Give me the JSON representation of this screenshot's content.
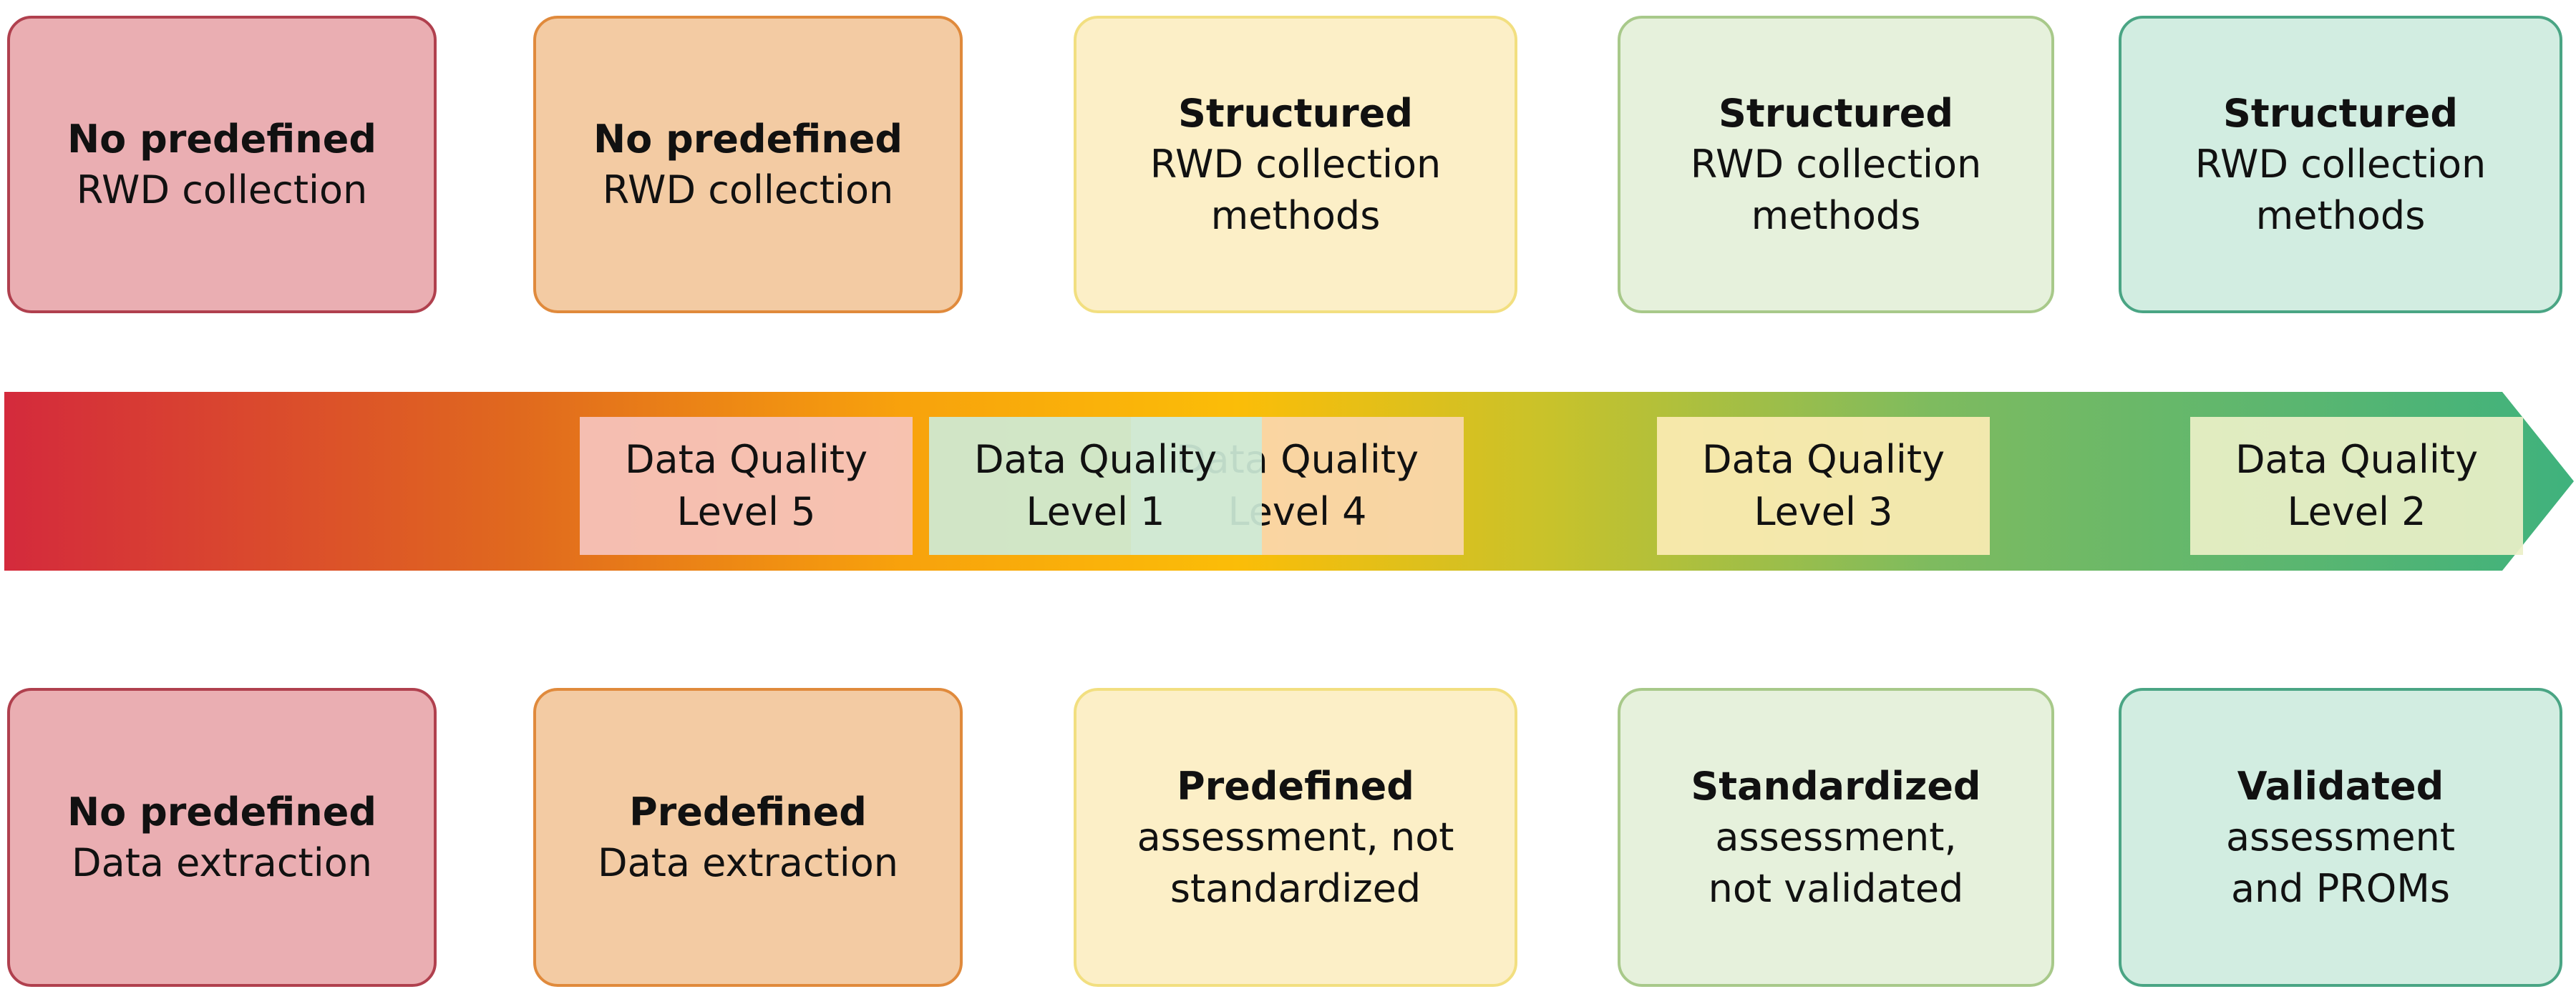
{
  "colors": {
    "level5": {
      "fill": "#eaaeb2",
      "border": "#b0404e"
    },
    "level4": {
      "fill": "#f3cba3",
      "border": "#e08a3c"
    },
    "level3": {
      "fill": "#fcefc7",
      "border": "#f2df80"
    },
    "level2": {
      "fill": "#e6f1dc",
      "border": "#a8c98a"
    },
    "level1": {
      "fill": "#d2ede1",
      "border": "#4aa584"
    },
    "arrow_gradient": [
      "#d42a3c",
      "#e0691e",
      "#f8a20c",
      "#fbbd08",
      "#c9c22a",
      "#7ebb5f",
      "#3fb27d"
    ]
  },
  "top_row": [
    {
      "bold": "No predefined",
      "text": "RWD collection"
    },
    {
      "bold": "No predefined",
      "text": "RWD collection"
    },
    {
      "bold": "Structured",
      "text": "RWD collection methods"
    },
    {
      "bold": "Structured",
      "text": "RWD collection methods"
    },
    {
      "bold": "Structured",
      "text": "RWD collection methods"
    }
  ],
  "levels": [
    {
      "line1": "Data Quality",
      "line2": "Level 5"
    },
    {
      "line1": "Data Quality",
      "line2": "Level 4"
    },
    {
      "line1": "Data Quality",
      "line2": "Level 3"
    },
    {
      "line1": "Data Quality",
      "line2": "Level 2"
    },
    {
      "line1": "Data Quality",
      "line2": "Level 1"
    }
  ],
  "bottom_row": [
    {
      "bold": "No predefined",
      "text": "Data extraction"
    },
    {
      "bold": "Predefined",
      "text": "Data extraction"
    },
    {
      "bold": "Predefined",
      "text": "assessment, not standardized"
    },
    {
      "bold": "Standardized",
      "text": "assessment, not validated"
    },
    {
      "bold": "Validated",
      "text": "assessment and PROMs"
    }
  ]
}
